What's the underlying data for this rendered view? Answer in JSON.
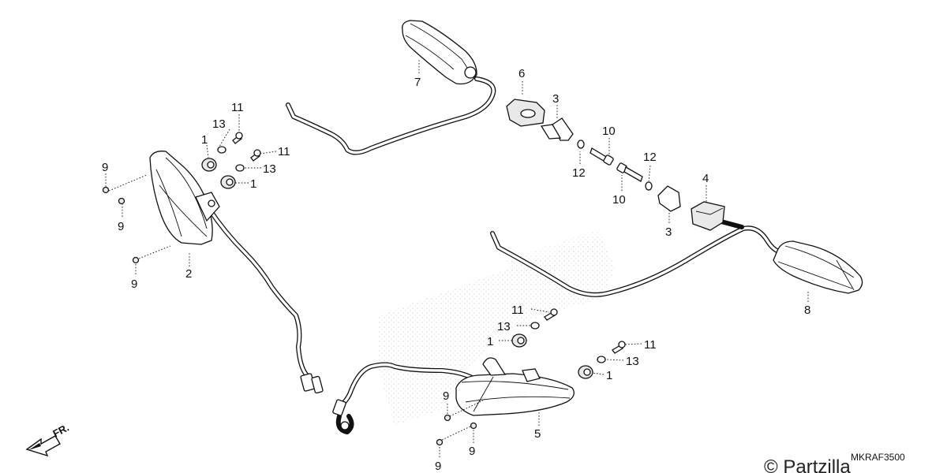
{
  "diagram": {
    "code": "MKRAF3500",
    "watermark": "© Partzilla",
    "front_marker": "FR.",
    "callouts": [
      {
        "id": "c7",
        "label": "7"
      },
      {
        "id": "c6",
        "label": "6"
      },
      {
        "id": "c3a",
        "label": "3"
      },
      {
        "id": "c10a",
        "label": "10"
      },
      {
        "id": "c12a",
        "label": "12"
      },
      {
        "id": "c12b",
        "label": "12"
      },
      {
        "id": "c10b",
        "label": "10"
      },
      {
        "id": "c4",
        "label": "4"
      },
      {
        "id": "c3b",
        "label": "3"
      },
      {
        "id": "c8",
        "label": "8"
      },
      {
        "id": "c11a",
        "label": "11"
      },
      {
        "id": "c13a",
        "label": "13"
      },
      {
        "id": "c1a",
        "label": "1"
      },
      {
        "id": "c11b",
        "label": "11"
      },
      {
        "id": "c13b",
        "label": "13"
      },
      {
        "id": "c1b",
        "label": "1"
      },
      {
        "id": "c9a",
        "label": "9"
      },
      {
        "id": "c9b",
        "label": "9"
      },
      {
        "id": "c9c",
        "label": "9"
      },
      {
        "id": "c2",
        "label": "2"
      },
      {
        "id": "c11c",
        "label": "11"
      },
      {
        "id": "c13c",
        "label": "13"
      },
      {
        "id": "c1c",
        "label": "1"
      },
      {
        "id": "c11d",
        "label": "11"
      },
      {
        "id": "c13d",
        "label": "13"
      },
      {
        "id": "c1d",
        "label": "1"
      },
      {
        "id": "c9d",
        "label": "9"
      },
      {
        "id": "c9e",
        "label": "9"
      },
      {
        "id": "c9f",
        "label": "9"
      },
      {
        "id": "c5",
        "label": "5"
      }
    ]
  }
}
